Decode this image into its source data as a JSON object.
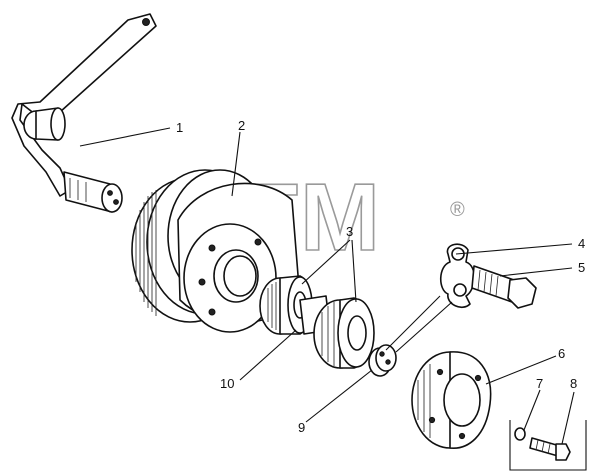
{
  "watermark": {
    "text": "BTM",
    "registered_mark": "®"
  },
  "callouts": [
    {
      "id": "1",
      "label": "1"
    },
    {
      "id": "2",
      "label": "2"
    },
    {
      "id": "3",
      "label": "3"
    },
    {
      "id": "4",
      "label": "4"
    },
    {
      "id": "5",
      "label": "5"
    },
    {
      "id": "6",
      "label": "6"
    },
    {
      "id": "7",
      "label": "7"
    },
    {
      "id": "8",
      "label": "8"
    },
    {
      "id": "9",
      "label": "9"
    },
    {
      "id": "10",
      "label": "10"
    }
  ]
}
